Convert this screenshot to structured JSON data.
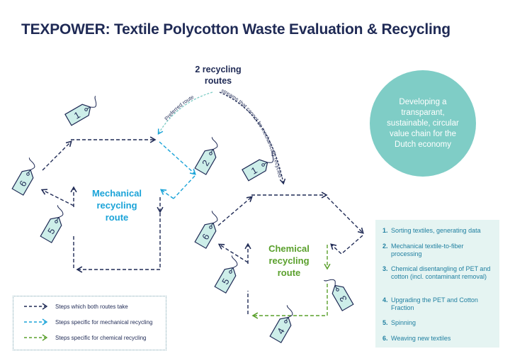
{
  "title": "TEXPOWER: Textile Polycotton Waste Evaluation & Recycling",
  "routes_label": "2 recycling routes",
  "preferred_route_label": "Preferred route",
  "streams_label": "streams that cannot be mechanically recycled",
  "mechanical_route_label": "Mechanical recycling route",
  "chemical_route_label": "Chemical recycling route",
  "circle_text": "Developing a transparant, sustainable, circular value chain for the Dutch economy",
  "legend": [
    {
      "label": "Steps which both routes take",
      "color": "#1f2a55"
    },
    {
      "label": "Steps specific for mechanical recycling",
      "color": "#1aa3d8"
    },
    {
      "label": "Steps specific for chemical recycling",
      "color": "#5aa02c"
    }
  ],
  "steps": [
    {
      "num": "1.",
      "text": "Sorting textiles, generating data"
    },
    {
      "num": "2.",
      "text": "Mechanical textile-to-fiber processing"
    },
    {
      "num": "3.",
      "text": "Chemical disentangling of PET and cotton (incl. contaminant removal)"
    },
    {
      "num": "4.",
      "text": "Upgrading the PET and Cotton Fraction"
    },
    {
      "num": "5.",
      "text": "Spinning"
    },
    {
      "num": "6.",
      "text": "Weaving new textiles"
    }
  ],
  "tags": {
    "mech": [
      "1",
      "2",
      "5",
      "6"
    ],
    "chem": [
      "1",
      "3",
      "4",
      "5",
      "6"
    ]
  },
  "colors": {
    "navy": "#1f2a55",
    "blue": "#1aa3d8",
    "green": "#5aa02c",
    "teal": "#7fcdc6",
    "tag_fill": "#cdeee9"
  }
}
